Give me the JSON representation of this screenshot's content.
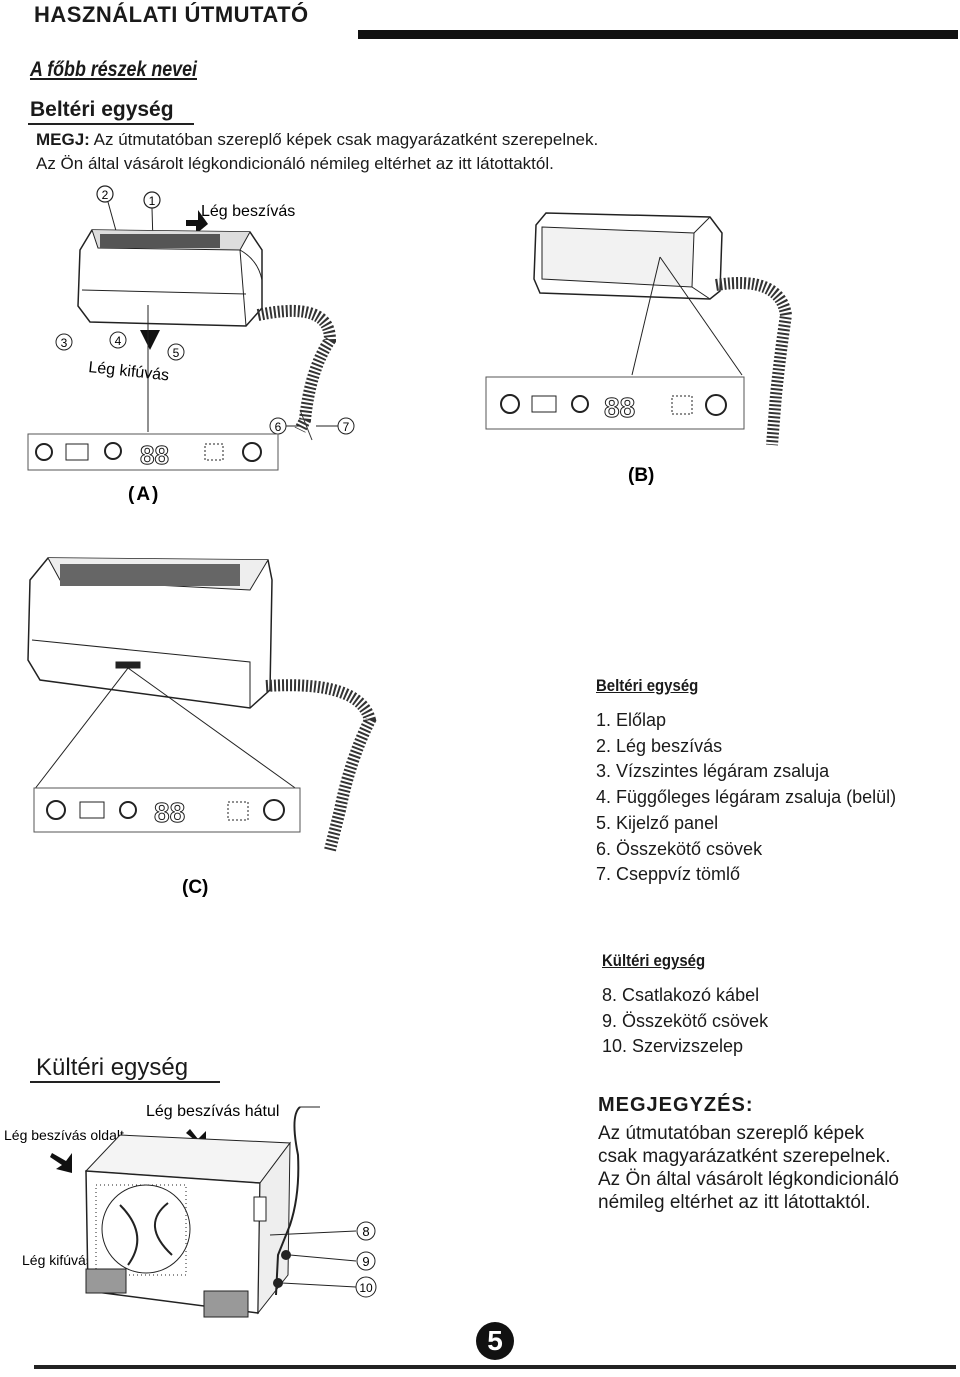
{
  "header": {
    "title": "HASZNÁLATI ÚTMUTATÓ"
  },
  "section": {
    "title": "A főbb részek nevei"
  },
  "indoor": {
    "title": "Beltéri egység",
    "note_label": "MEGJ:",
    "note_line1": " Az útmutatóban szereplő képek csak magyarázatként szerepelnek.",
    "note_line2": "Az Ön által vásárolt légkondicionáló némileg eltérhet az itt látottaktól.",
    "air_in": "Lég beszívás",
    "air_out": "Lég kifúvás",
    "fig_a": "(A)",
    "fig_b": "(B)",
    "fig_c": "(C)",
    "callouts": [
      "1",
      "2",
      "3",
      "4",
      "5",
      "6",
      "7"
    ],
    "legend_title": "Beltéri egység",
    "legend": [
      "1.  Előlap",
      "2.  Lég beszívás",
      "3.  Vízszintes légáram zsaluja",
      "4.  Függőleges légáram zsaluja (belül)",
      "5.  Kijelző panel",
      "6.  Összekötő csövek",
      "7.  Cseppvíz tömlő"
    ]
  },
  "outdoor": {
    "title": "Kültéri egység",
    "air_in_side": "Lég beszívás oldalt",
    "air_in_back": "Lég beszívás hátul",
    "air_out": "Lég kifúvás",
    "callouts": [
      "8",
      "9",
      "10"
    ],
    "legend_title": "Kültéri egység",
    "legend": [
      "8.  Csatlakozó kábel",
      "9.  Összekötő csövek",
      "10. Szervizszelep"
    ]
  },
  "remark": {
    "title": "MEGJEGYZÉS:",
    "line1": "Az útmutatóban szereplő képek",
    "line2": "csak magyarázatként szerepelnek.",
    "line3": "Az Ön által vásárolt légkondicionáló",
    "line4": "némileg eltérhet az itt látottaktól."
  },
  "footer": {
    "page_number": "5"
  }
}
